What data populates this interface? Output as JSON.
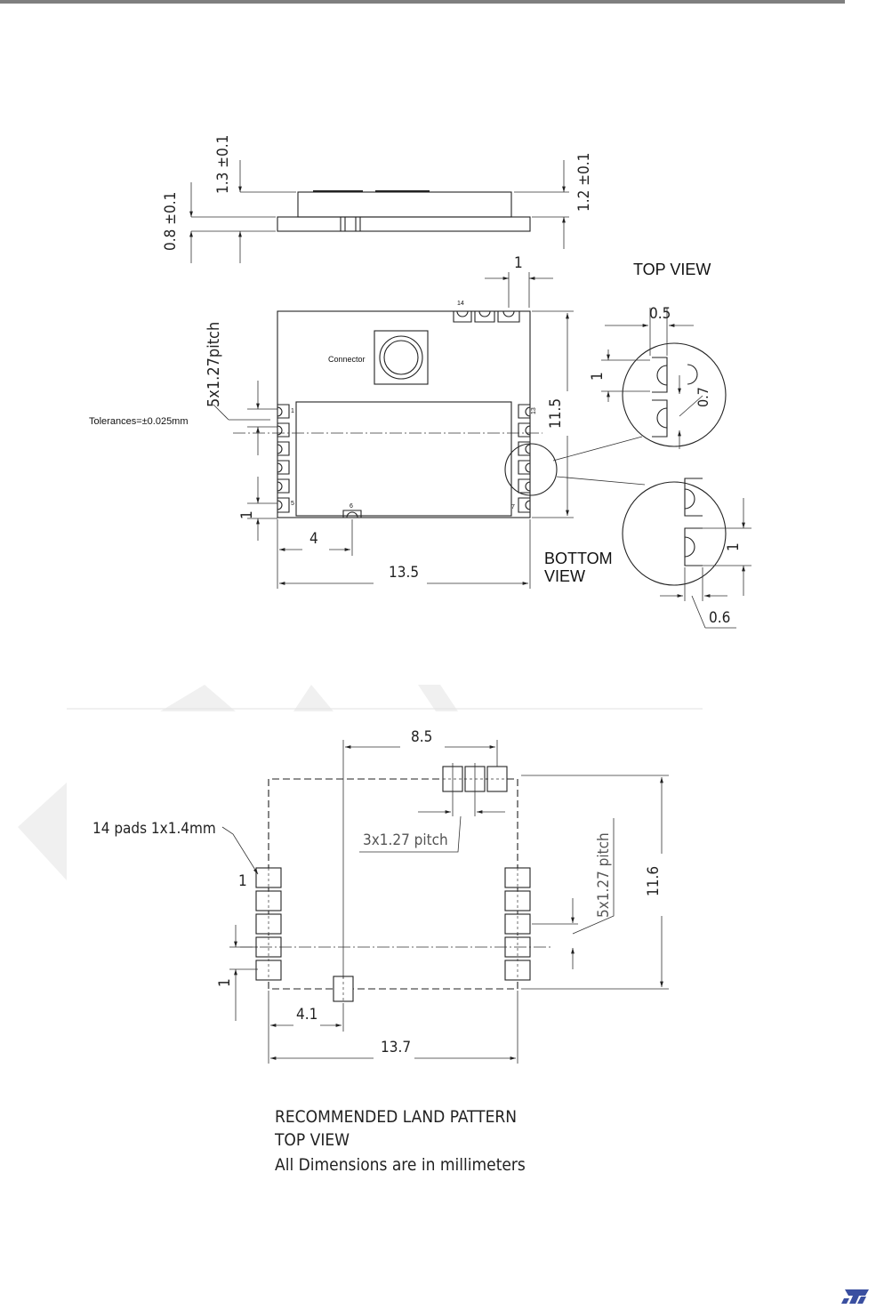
{
  "top_drawing": {
    "dim_0_8": "0.8 ±0.1",
    "dim_1_3": "1.3 ±0.1",
    "dim_1_2": "1.2 ±0.1",
    "dim_1_top": "1",
    "top_view_label": "TOP VIEW",
    "pin_14": "14",
    "pin_1": "1",
    "pin_5": "5",
    "pin_6": "6",
    "pin_7": "7",
    "pin_13": "13",
    "connector_label": "Connector",
    "pitch_label": "5x1.27pitch",
    "tolerance_label": "Tolerances=±0.025mm",
    "dim_11_5": "11.5",
    "dim_1_left": "1",
    "dim_4": "4",
    "dim_13_5": "13.5",
    "detail_0_5": "0.5",
    "detail_1": "1",
    "detail_0_7": "0.7",
    "bottom_view_label_1": "BOTTOM",
    "bottom_view_label_2": "VIEW",
    "detail_1_b": "1",
    "detail_0_6": "0.6"
  },
  "land_pattern": {
    "dim_8_5": "8.5",
    "pads_label": "14 pads 1x1.4mm",
    "pad_1": "1",
    "pitch_3": "3x1.27 pitch",
    "pitch_5": "5x1.27 pitch",
    "dim_11_6": "11.6",
    "dim_1": "1",
    "dim_4_1": "4.1",
    "dim_13_7": "13.7",
    "caption_1": "RECOMMENDED LAND PATTERN",
    "caption_2": "TOP VIEW",
    "caption_3": "All Dimensions are in millimeters"
  },
  "colors": {
    "line": "#222222",
    "header_bar": "#7f7f7f",
    "logo": "#3a4fa0"
  }
}
